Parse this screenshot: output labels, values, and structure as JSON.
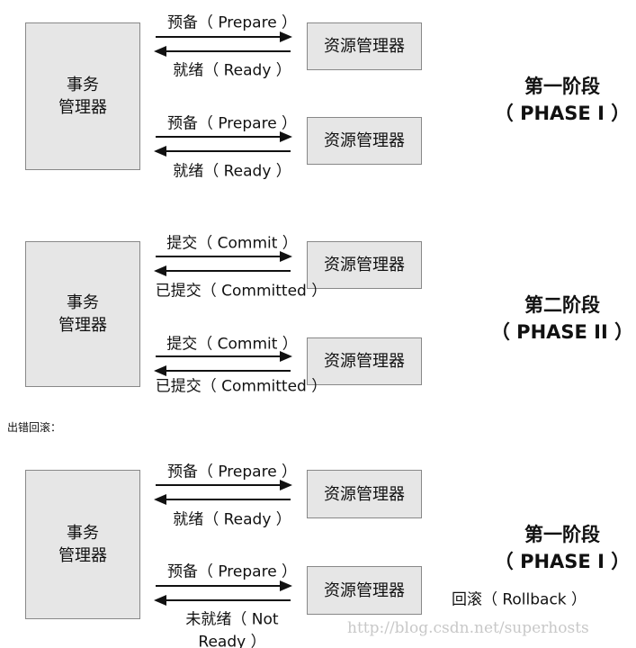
{
  "sections": [
    {
      "tm_label": [
        "事务",
        "管理器"
      ],
      "rm_label": "资源管理器",
      "pairs": [
        {
          "request": "预备（ Prepare ）",
          "response": [
            "就绪（ Ready ）"
          ]
        },
        {
          "request": "预备（ Prepare ）",
          "response": [
            "就绪（ Ready ）"
          ]
        }
      ],
      "phase_title": "第一阶段",
      "phase_sub": "（ PHASE I ）"
    },
    {
      "tm_label": [
        "事务",
        "管理器"
      ],
      "rm_label": "资源管理器",
      "pairs": [
        {
          "request": "提交（ Commit ）",
          "response": [
            "已提交（ Committed ）"
          ]
        },
        {
          "request": "提交（ Commit ）",
          "response": [
            "已提交（ Committed ）"
          ]
        }
      ],
      "phase_title": "第二阶段",
      "phase_sub": "（ PHASE II ）"
    },
    {
      "tm_label": [
        "事务",
        "管理器"
      ],
      "rm_label": "资源管理器",
      "pairs": [
        {
          "request": "预备（ Prepare ）",
          "response": [
            "就绪（ Ready ）"
          ]
        },
        {
          "request": "预备（ Prepare ）",
          "response": [
            "未就绪（ Not",
            "Ready ）"
          ]
        }
      ],
      "phase_title": "第一阶段",
      "phase_sub": "（ PHASE I ）",
      "rollback": "回滚（ Rollback ）"
    }
  ],
  "error_note": "出错回滚：",
  "watermark": "http://blog.csdn.net/superhosts"
}
